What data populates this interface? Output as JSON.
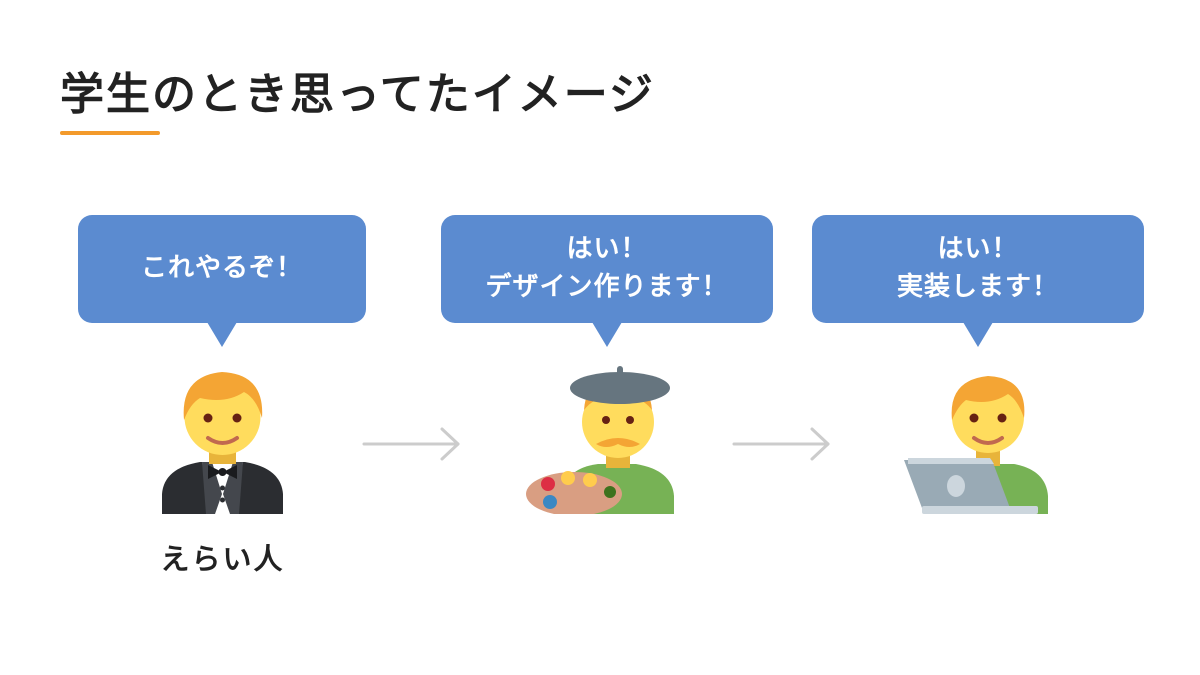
{
  "title": "学生のとき思ってたイメージ",
  "colors": {
    "accent": "#f39a2b",
    "bubble": "#5b8bd0",
    "arrow": "#cccccc",
    "text": "#222222"
  },
  "steps": [
    {
      "bubble_lines": [
        "これやるぞ！"
      ],
      "icon": "man-in-tuxedo-icon",
      "caption": "えらい人"
    },
    {
      "bubble_lines": [
        "はい！",
        "デザイン作ります！"
      ],
      "icon": "artist-icon"
    },
    {
      "bubble_lines": [
        "はい！",
        "実装します！"
      ],
      "icon": "technologist-icon"
    }
  ]
}
